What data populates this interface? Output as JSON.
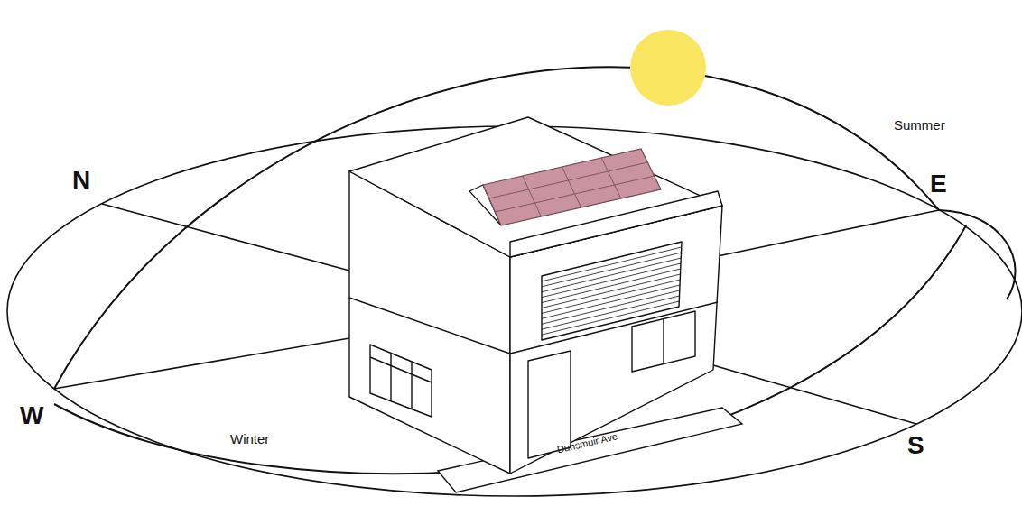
{
  "diagram": {
    "labels": [
      "N",
      "E",
      "W",
      "S",
      "Summer",
      "Winter",
      "Dunsmuir Ave"
    ]
  }
}
